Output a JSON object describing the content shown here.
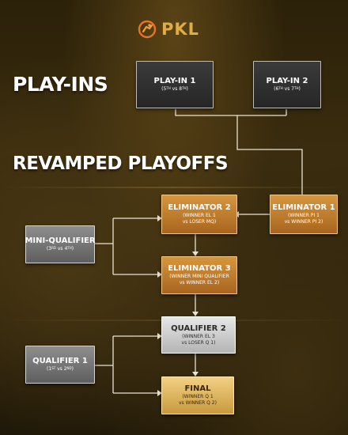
{
  "logo": {
    "text": "PKL"
  },
  "sections": {
    "play_ins": "PLAY-INS",
    "playoffs": "REVAMPED PLAYOFFS"
  },
  "boxes": {
    "play_in_1": {
      "title": "PLAY-IN 1",
      "sub_a": "5",
      "sup_a": "TH",
      "vs": "vs",
      "sub_b": "8",
      "sup_b": "TH"
    },
    "play_in_2": {
      "title": "PLAY-IN 2",
      "sub_a": "6",
      "sup_a": "TH",
      "vs": "vs",
      "sub_b": "7",
      "sup_b": "TH"
    },
    "eliminator_1": {
      "title": "ELIMINATOR 1",
      "line1": "(WINNER PI 1",
      "line2": "vs WINNER PI 2)"
    },
    "eliminator_2": {
      "title": "ELIMINATOR 2",
      "line1": "(WINNER EL 1",
      "line2": "vs LOSER MQ)"
    },
    "mini_qualifier": {
      "title": "MINI-QUALIFIER",
      "sub_a": "3",
      "sup_a": "RD",
      "vs": "vs",
      "sub_b": "4",
      "sup_b": "TH"
    },
    "eliminator_3": {
      "title": "ELIMINATOR 3",
      "line1": "(WINNER MINI QUALIFIER",
      "line2": "vs WINNER EL 2)"
    },
    "qualifier_2": {
      "title": "QUALIFIER 2",
      "line1": "(WINNER EL 3",
      "line2": "vs LOSER Q 1)"
    },
    "qualifier_1": {
      "title": "QUALIFIER 1",
      "sub_a": "1",
      "sup_a": "ST",
      "vs": "vs",
      "sub_b": "2",
      "sup_b": "ND"
    },
    "final": {
      "title": "FINAL",
      "line1": "(WINNER Q 1",
      "line2": "vs WINNER Q 2)"
    }
  }
}
